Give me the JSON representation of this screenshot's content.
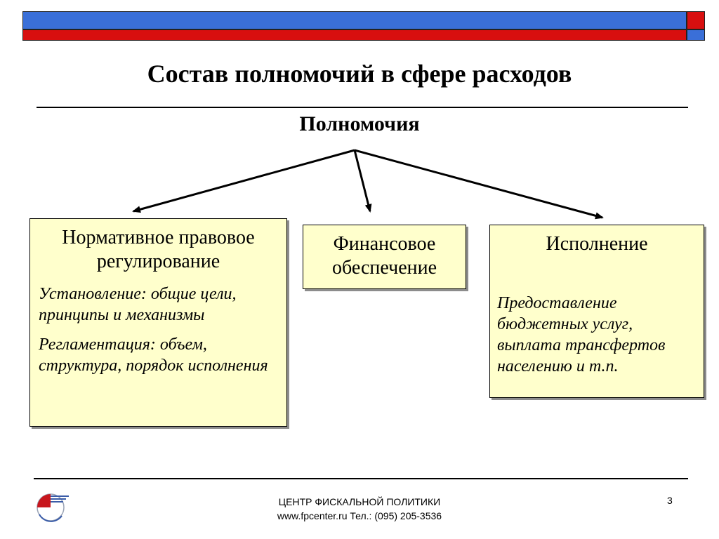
{
  "slide": {
    "title": "Состав полномочий в сфере расходов",
    "root": "Полномочия",
    "boxes": {
      "left": {
        "head": "Нормативное правовое регулирование",
        "notes": [
          "Установление: общие цели, принципы и механизмы",
          "Регламентация: объем, структура, порядок исполнения"
        ]
      },
      "mid": {
        "head": "Финансовое обеспечение"
      },
      "right": {
        "head": "Исполнение",
        "notes": [
          "Предоставление бюджетных услуг, выплата трансфертов населению и т.п."
        ]
      }
    }
  },
  "footer": {
    "org": "ЦЕНТР ФИСКАЛЬНОЙ ПОЛИТИКИ",
    "contacts": "www.fpcenter.ru   Тел.: (095) 205-3536",
    "page_number": "3"
  },
  "colors": {
    "bar_blue": "#3a6fd8",
    "bar_red": "#d80f0f",
    "box_fill": "#ffffcc"
  },
  "icons": {
    "logo": "fpcenter-logo"
  }
}
